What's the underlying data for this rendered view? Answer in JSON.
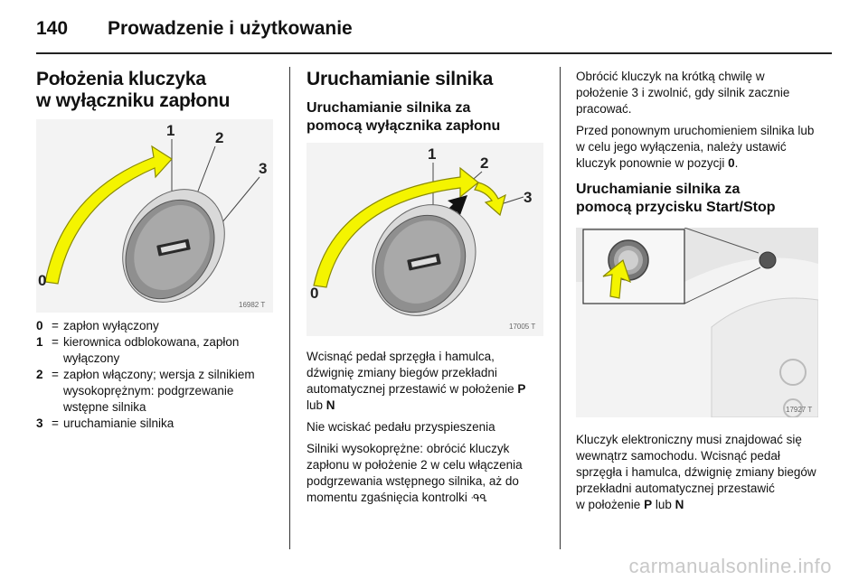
{
  "header": {
    "page_number": "140",
    "chapter": "Prowadzenie i użytkowanie"
  },
  "col1": {
    "title_line1": "Położenia kluczyka",
    "title_line2": "w wyłączniku zapłonu",
    "figure": {
      "code": "16982 T",
      "labels": [
        "0",
        "1",
        "2",
        "3"
      ]
    },
    "legend": [
      {
        "key": "0",
        "eq": "=",
        "text": "zapłon wyłączony"
      },
      {
        "key": "1",
        "eq": "=",
        "text": "kierownica odblokowana, zapłon wyłączony"
      },
      {
        "key": "2",
        "eq": "=",
        "text": "zapłon włączony; wersja z silnikiem wysokoprężnym: podgrzewanie wstępne silnika"
      },
      {
        "key": "3",
        "eq": "=",
        "text": "uruchamianie silnika"
      }
    ]
  },
  "col2": {
    "title": "Uruchamianie silnika",
    "subtitle_line1": "Uruchamianie silnika za",
    "subtitle_line2": "pomocą wyłącznika zapłonu",
    "figure": {
      "code": "17005 T",
      "labels": [
        "0",
        "1",
        "2",
        "3"
      ]
    },
    "p1_text": "Wcisnąć pedał sprzęgła i hamulca, dźwignię zmiany biegów przekładni automatycznej przestawić w położenie ",
    "p1_b1": "P",
    "p1_mid": " lub ",
    "p1_b2": "N",
    "p2": "Nie wciskać pedału przyspieszenia",
    "p3_text": "Silniki wysokoprężne: obrócić kluczyk zapłonu w położenie 2 w celu włączenia podgrzewania wstępnego silnika, aż do momentu zgaśnięcia kontrolki ",
    "p3_symbol": "ᑴᑴ",
    "p3_end": "."
  },
  "col3": {
    "p1": "Obrócić kluczyk na krótką chwilę w położenie 3 i zwolnić, gdy silnik zacznie pracować.",
    "p2_text": "Przed ponownym uruchomieniem silnika lub w celu jego wyłączenia, należy ustawić kluczyk ponownie w pozycji ",
    "p2_b": "0",
    "p2_end": ".",
    "subtitle_line1": "Uruchamianie silnika za",
    "subtitle_line2": "pomocą przycisku Start/Stop",
    "figure": {
      "code": "17927 T"
    },
    "p3": "Kluczyk elektroniczny musi znajdować się wewnątrz samochodu. Wcisnąć pedał sprzęgła i hamulca, dźwignię zmiany biegów przekładni automatycznej przestawić",
    "p4_text": "w położenie ",
    "p4_b1": "P",
    "p4_mid": " lub ",
    "p4_b2": "N"
  },
  "watermark": "carmanualsonline.info",
  "colors": {
    "arrow_fill": "#f4f400",
    "arrow_stroke": "#8a8a00",
    "rule": "#222222"
  }
}
